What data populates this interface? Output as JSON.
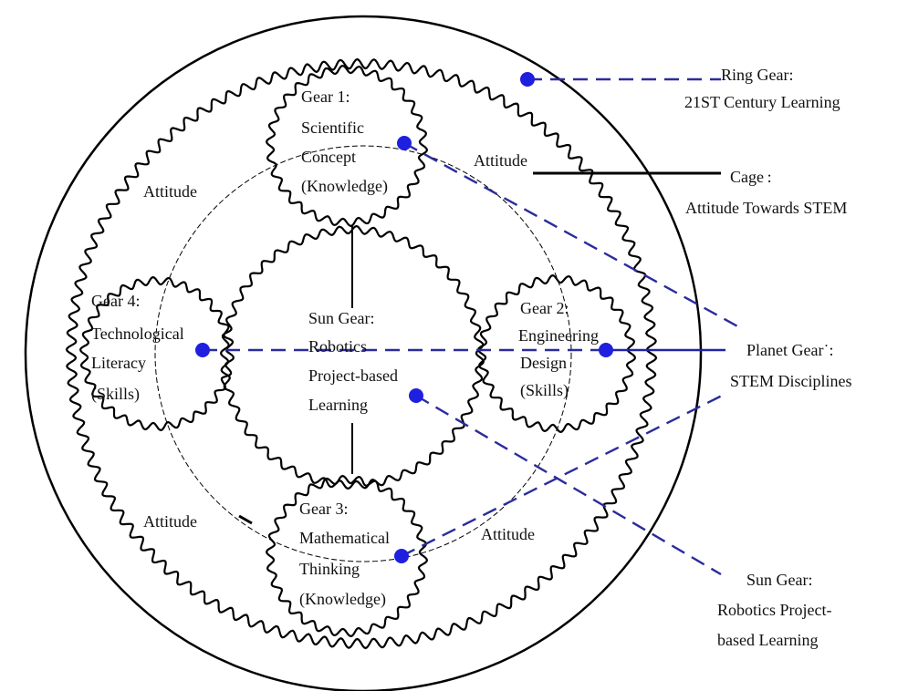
{
  "labels": {
    "ring_gear": [
      "Ring Gear:",
      "21ST Century Learning"
    ],
    "cage": [
      "Cage :",
      "Attitude Towards STEM"
    ],
    "planet_gear": [
      "Planet Gear˙:",
      "STEM Disciplines"
    ],
    "sun_gear_callout": [
      "Sun Gear:",
      "Robotics Project-",
      "based Learning"
    ],
    "gear1": [
      "Gear 1:",
      "Scientific",
      "Concept",
      "(Knowledge)"
    ],
    "gear2": [
      "Gear 2:",
      "Engineering",
      "Design",
      "(Skills)"
    ],
    "gear3": [
      "Gear 3:",
      "Mathematical",
      "Thinking",
      "(Knowledge)"
    ],
    "gear4": [
      "Gear 4:",
      "Technological",
      "Literacy",
      "(Skills)"
    ],
    "sun_gear": [
      "Sun Gear:",
      "Robotics",
      "Project-based",
      "Learning"
    ],
    "attitude": "Attitude"
  }
}
